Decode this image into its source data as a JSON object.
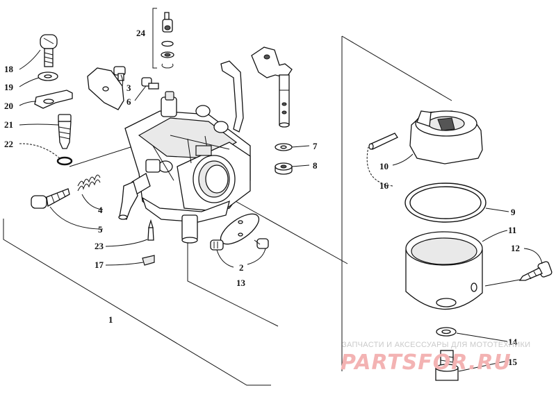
{
  "callouts": {
    "c1": "1",
    "c2": "2",
    "c3": "3",
    "c4": "4",
    "c5": "5",
    "c6": "6",
    "c7": "7",
    "c8": "8",
    "c9": "9",
    "c10": "10",
    "c11": "11",
    "c12": "12",
    "c13": "13",
    "c14": "14",
    "c15": "15",
    "c16": "16",
    "c17": "17",
    "c18": "18",
    "c19": "19",
    "c20": "20",
    "c21": "21",
    "c22": "22",
    "c23": "23",
    "c24": "24"
  },
  "watermark": {
    "tagline": "ЗАПЧАСТИ И АКСЕССУАРЫ ДЛЯ МОТОТЕХНИКИ",
    "site": "PARTSFOR.RU"
  },
  "colors": {
    "line": "#111111",
    "watermark_logo": "#f3b3b3",
    "watermark_text": "#c9c9c9"
  }
}
